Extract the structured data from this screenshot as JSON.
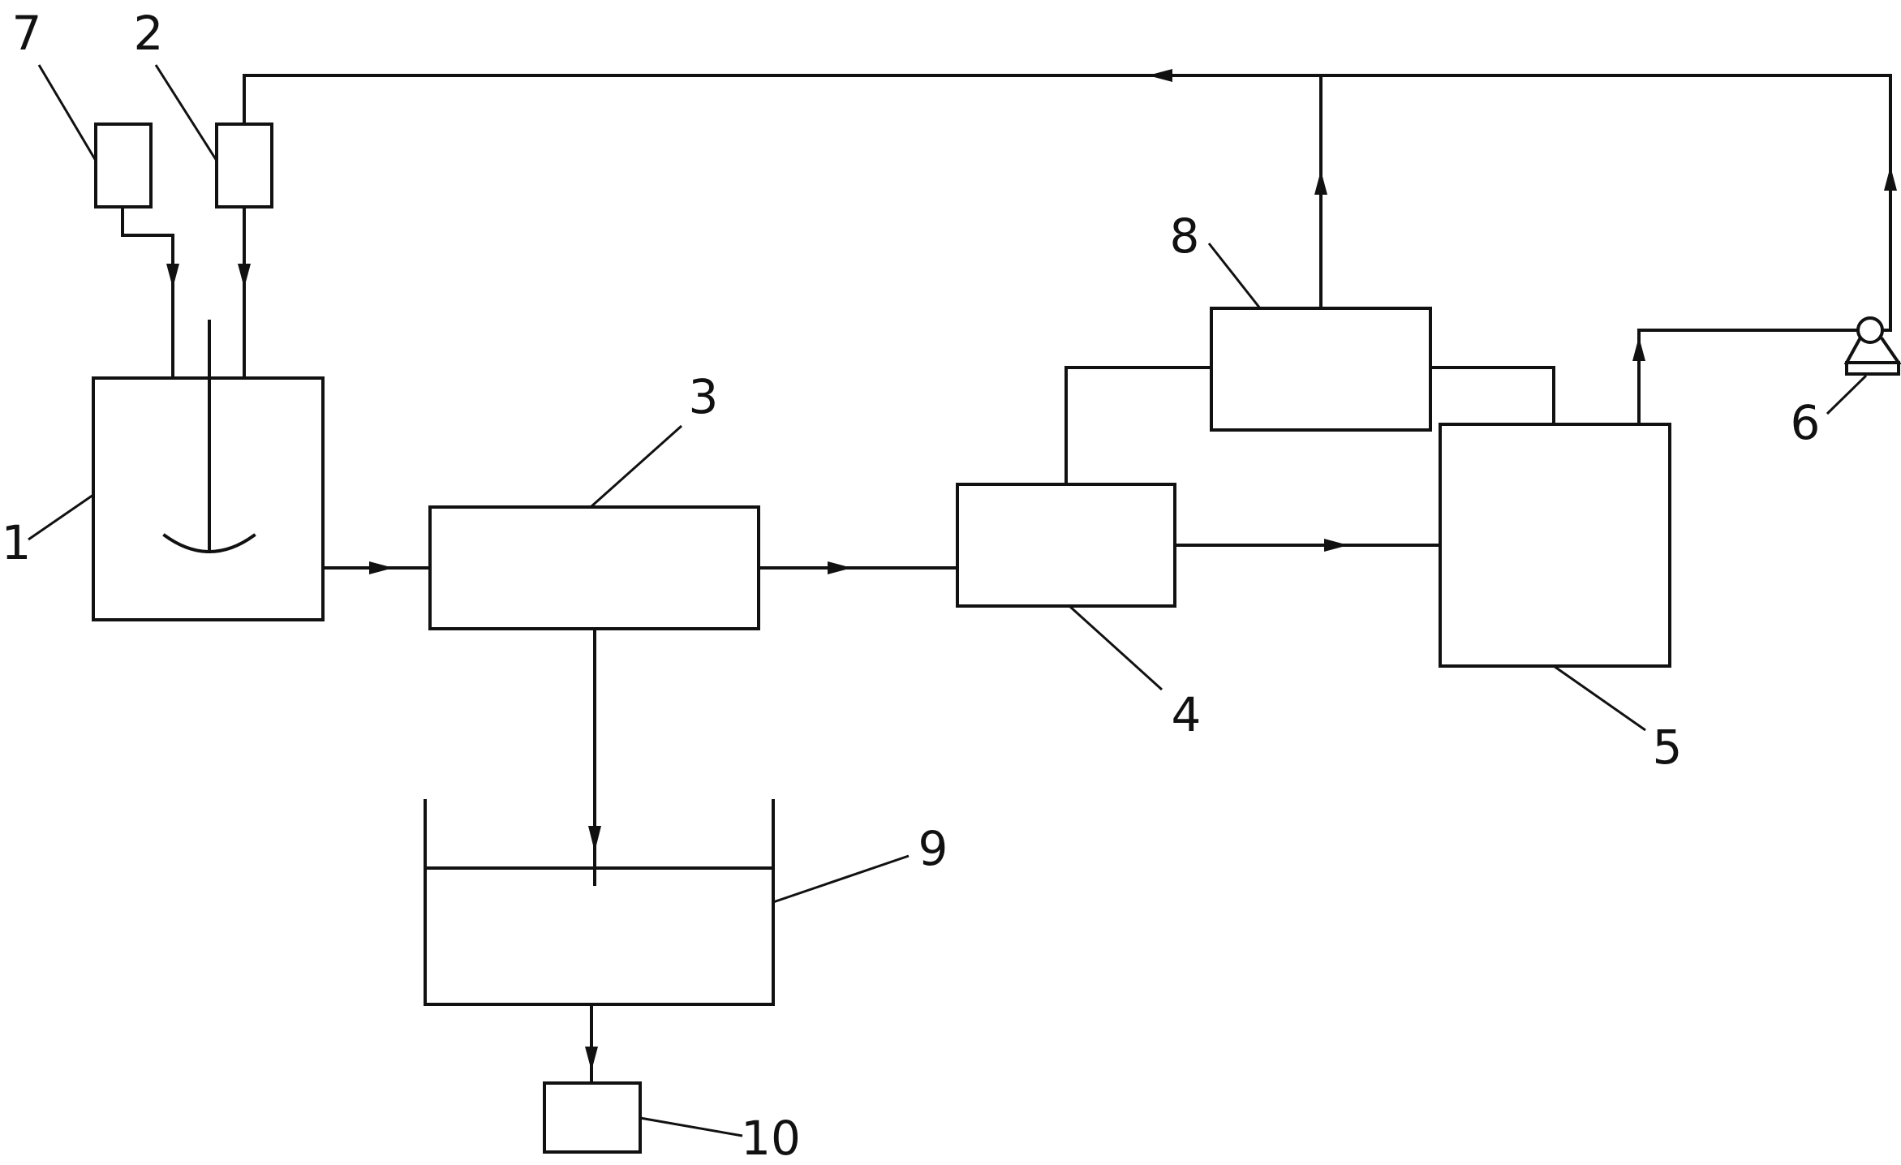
{
  "colors": {
    "stroke": "#111111",
    "background": "#ffffff"
  },
  "labels": {
    "n1": "1",
    "n2": "2",
    "n3": "3",
    "n4": "4",
    "n5": "5",
    "n6": "6",
    "n7": "7",
    "n8": "8",
    "n9": "9",
    "n10": "10"
  },
  "icons": {
    "pump": "pump-icon",
    "agitator": "agitator-icon"
  }
}
